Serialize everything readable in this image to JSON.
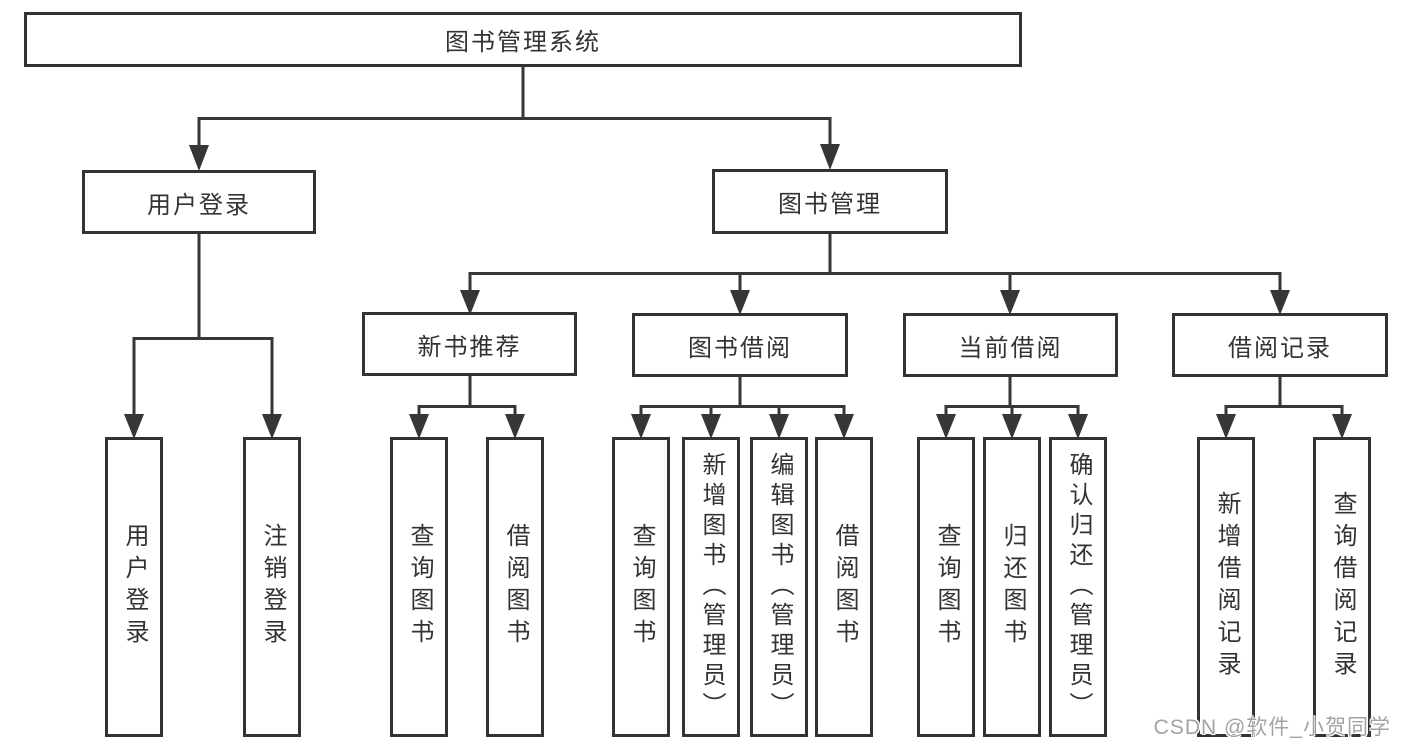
{
  "tree": {
    "label": "图书管理系统",
    "children": [
      {
        "label": "用户登录",
        "children": [
          {
            "label": "用户登录"
          },
          {
            "label": "注销登录"
          }
        ]
      },
      {
        "label": "图书管理",
        "children": [
          {
            "label": "新书推荐",
            "children": [
              {
                "label": "查询图书"
              },
              {
                "label": "借阅图书"
              }
            ]
          },
          {
            "label": "图书借阅",
            "children": [
              {
                "label": "查询图书"
              },
              {
                "label": "新增图书（管理员）"
              },
              {
                "label": "编辑图书（管理员）"
              },
              {
                "label": "借阅图书"
              }
            ]
          },
          {
            "label": "当前借阅",
            "children": [
              {
                "label": "查询图书"
              },
              {
                "label": "归还图书"
              },
              {
                "label": "确认归还（管理员）"
              }
            ]
          },
          {
            "label": "借阅记录",
            "children": [
              {
                "label": "新增借阅记录"
              },
              {
                "label": "查询借阅记录"
              }
            ]
          }
        ]
      }
    ]
  },
  "watermark": {
    "text": "CSDN @软件_小贺同学"
  },
  "colors": {
    "line": "#363636",
    "box_border": "#333333",
    "text": "#333333",
    "background": "#ffffff",
    "watermark": "#a3a3a3"
  }
}
